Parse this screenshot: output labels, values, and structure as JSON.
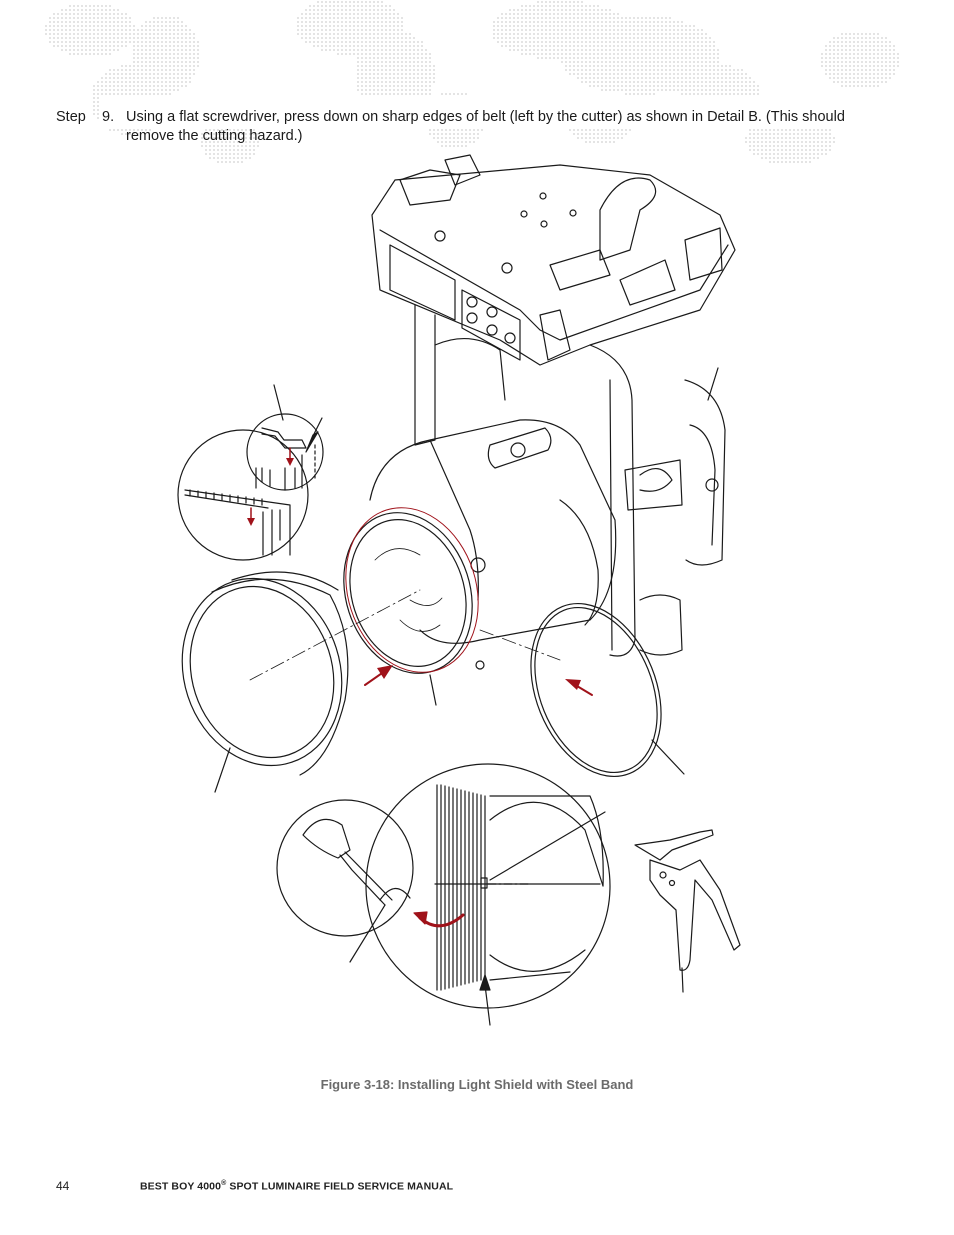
{
  "step": {
    "label": "Step",
    "number": "9.",
    "text": "Using a flat screwdriver, press down on sharp edges of belt (left by the cutter) as shown in Detail B. (This should remove the cutting hazard.)"
  },
  "figure": {
    "caption": "Figure 3-18:  Installing Light Shield with Steel Band"
  },
  "footer": {
    "page_number": "44",
    "title_prefix": "BEST BOY 4000",
    "title_mark": "®",
    "title_suffix": " SPOT LUMINAIRE FIELD SERVICE MANUAL"
  },
  "colors": {
    "map_dots": "#d0d0d0",
    "arrow_red": "#a0121a",
    "line_art": "#1a1a1a"
  }
}
